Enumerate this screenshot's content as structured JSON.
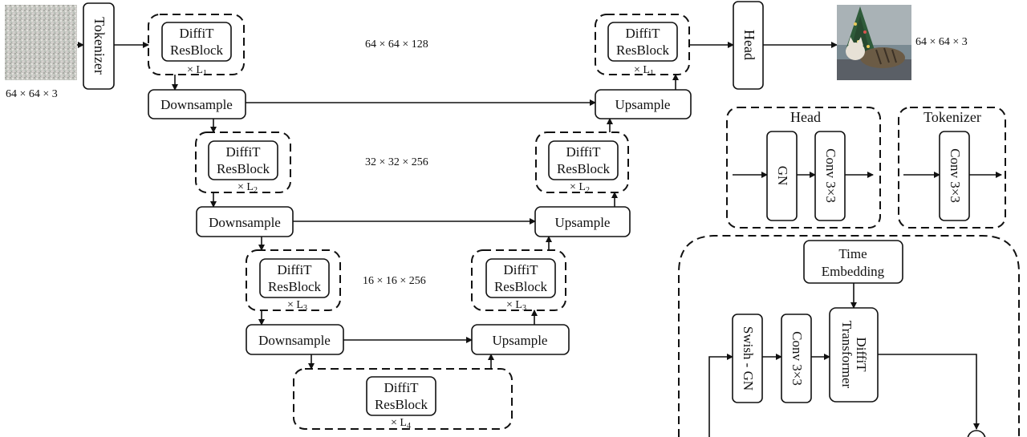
{
  "shapes": {
    "input": "64 × 64 × 3",
    "output": "64 × 64 × 3",
    "level1": "64 × 64 × 128",
    "level2": "32 × 32 × 256",
    "level3": "16 × 16 × 256"
  },
  "blocks": {
    "tokenizer": "Tokenizer",
    "head": "Head",
    "resblock_line1": "DiffiT",
    "resblock_line2": "ResBlock",
    "repeat_prefix": "× L",
    "downsample": "Downsample",
    "upsample": "Upsample"
  },
  "repeat_subscripts": [
    "1",
    "2",
    "3",
    "4"
  ],
  "detail_head": {
    "title": "Head",
    "gn": "GN",
    "conv": "Conv 3×3"
  },
  "detail_tokenizer": {
    "title": "Tokenizer",
    "conv": "Conv 3×3"
  },
  "detail_resblock": {
    "time_line1": "Time",
    "time_line2": "Embedding",
    "swish_gn": "Swish - GN",
    "conv": "Conv 3×3",
    "transformer_line1": "DiffiT",
    "transformer_line2": "Transformer"
  },
  "colors": {
    "stroke": "#111111",
    "background": "#ffffff"
  }
}
